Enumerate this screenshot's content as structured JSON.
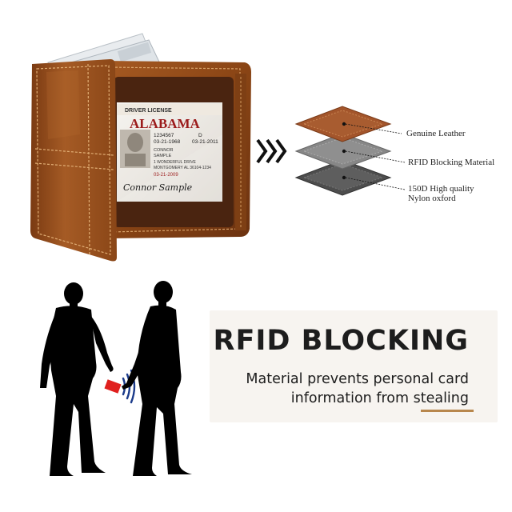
{
  "license_card": {
    "header": "DRIVER LICENSE",
    "state": "ALABAMA",
    "number": "1234567",
    "dob": "03-21-1968",
    "class": "D",
    "exp": "03-21-2011",
    "name_line1": "CONNOR",
    "name_line2": "SAMPLE",
    "address_line1": "1 WONDERFUL DRIVE",
    "address_line2": "MONTGOMERY AL 36104-1234",
    "issued": "03-21-2009",
    "signature": "Connor Sample"
  },
  "layers": [
    {
      "label": "Genuine Leather",
      "color": "#a0522d"
    },
    {
      "label": "RFID Blocking Material",
      "color": "#8c8c8c"
    },
    {
      "label_lines": [
        "150D High quality",
        "Nylon oxford"
      ],
      "color": "#555555"
    }
  ],
  "headline": "RFID BLOCKING",
  "subtext_lines": [
    "Material prevents personal card",
    "information from stealing"
  ],
  "colors": {
    "leather": "#8b4513",
    "accent": "#b8874d",
    "silhouette": "#000000",
    "card_red": "#e0201e"
  },
  "icons": [
    "chevron-right-icon",
    "wireless-signal-icon"
  ]
}
